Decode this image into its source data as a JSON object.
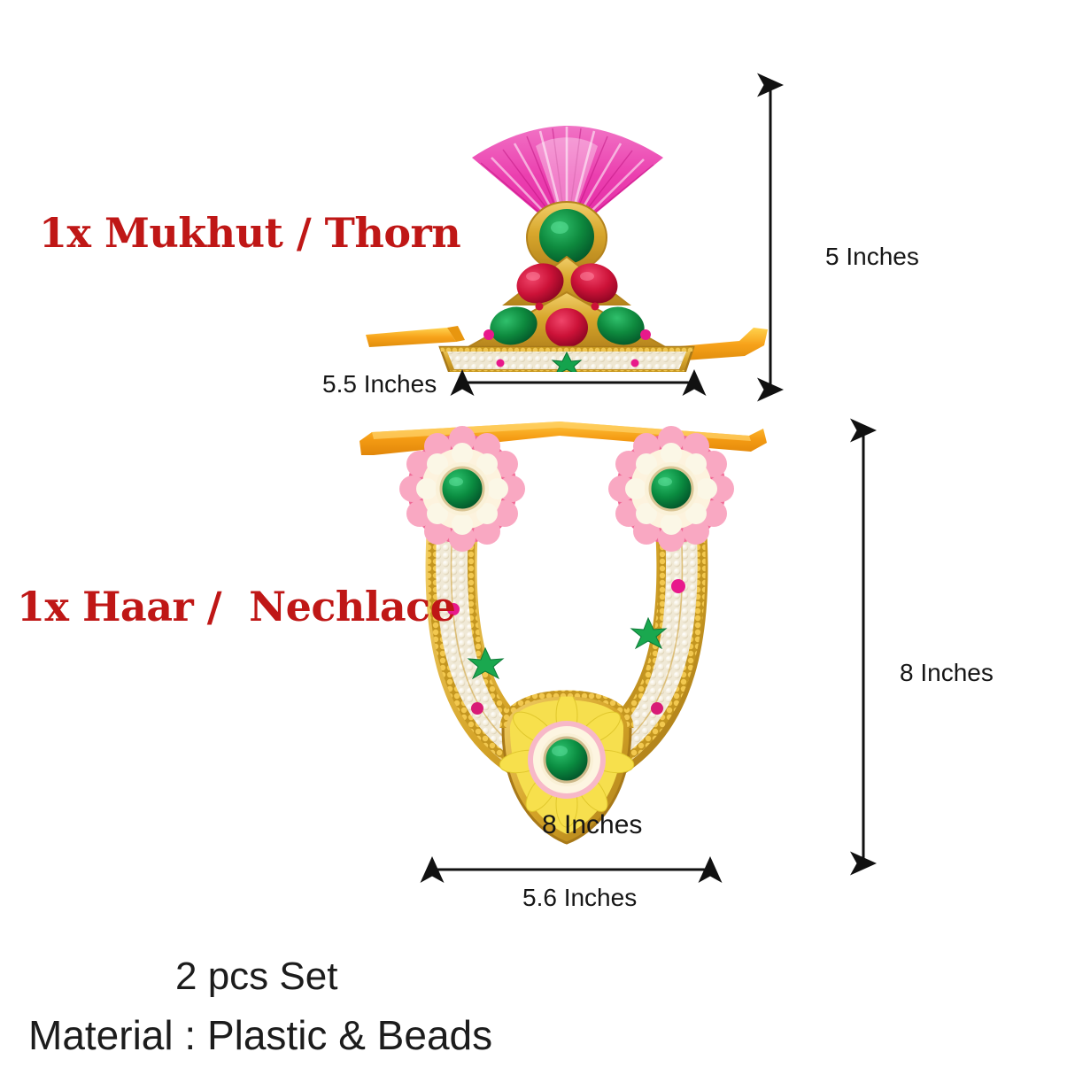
{
  "product": {
    "items": [
      {
        "label": "1x Mukhut / Thorn",
        "name": "mukut-crown"
      },
      {
        "label": "1x Haar /  Nechlace",
        "name": "haar-necklace"
      }
    ]
  },
  "dimensions": {
    "crown_height": "5 Inches",
    "crown_width": "5.5 Inches",
    "necklace_height": "8 Inches",
    "necklace_height_overlap": "8 Inches",
    "necklace_width": "5.6 Inches"
  },
  "info": {
    "set_count": "2 pcs Set",
    "material": "Material : Plastic & Beads"
  },
  "colors": {
    "heading_red": "#bf1716",
    "text_black": "#161616",
    "background": "#ffffff",
    "ribbon_orange": "#f5a623",
    "gold_bead": "#d4a017",
    "pearl_white": "#f4f0e4",
    "gem_green": "#0e8a3e",
    "gem_red": "#cc1238",
    "gem_pink": "#e8198b",
    "plume_magenta": "#e0179c"
  },
  "icons": {
    "arrow_double_vertical": "double-headed-vertical-arrow",
    "arrow_double_horizontal": "double-headed-horizontal-arrow"
  }
}
